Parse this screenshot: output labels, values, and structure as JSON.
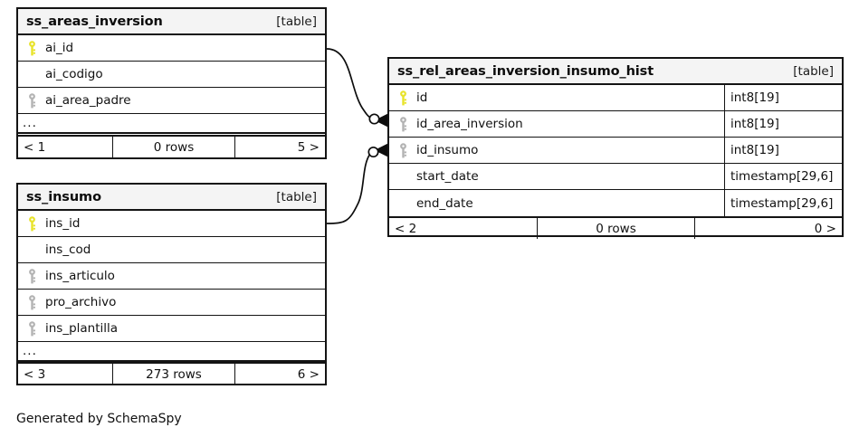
{
  "diagram": {
    "generator_note": "Generated by SchemaSpy",
    "table_tag": "[table]",
    "ellipsis": "...",
    "colors": {
      "primary_key": "#e8e32a",
      "foreign_key": "#b3b3b3",
      "border": "#141414",
      "header_bg": "#f4f4f4",
      "background": "#ffffff"
    }
  },
  "tables": [
    {
      "name": "ss_areas_inversion",
      "tag": "[table]",
      "columns": [
        {
          "name": "ai_id",
          "key": "primary",
          "type": ""
        },
        {
          "name": "ai_codigo",
          "key": "none",
          "type": ""
        },
        {
          "name": "ai_area_padre",
          "key": "foreign",
          "type": ""
        }
      ],
      "has_ellipsis": true,
      "footer": {
        "left": "< 1",
        "center": "0 rows",
        "right": "5 >"
      }
    },
    {
      "name": "ss_insumo",
      "tag": "[table]",
      "columns": [
        {
          "name": "ins_id",
          "key": "primary",
          "type": ""
        },
        {
          "name": "ins_cod",
          "key": "none",
          "type": ""
        },
        {
          "name": "ins_articulo",
          "key": "foreign",
          "type": ""
        },
        {
          "name": "pro_archivo",
          "key": "foreign",
          "type": ""
        },
        {
          "name": "ins_plantilla",
          "key": "foreign",
          "type": ""
        }
      ],
      "has_ellipsis": true,
      "footer": {
        "left": "< 3",
        "center": "273 rows",
        "right": "6 >"
      }
    },
    {
      "name": "ss_rel_areas_inversion_insumo_hist",
      "tag": "[table]",
      "columns": [
        {
          "name": "id",
          "key": "primary",
          "type": "int8[19]"
        },
        {
          "name": "id_area_inversion",
          "key": "foreign",
          "type": "int8[19]"
        },
        {
          "name": "id_insumo",
          "key": "foreign",
          "type": "int8[19]"
        },
        {
          "name": "start_date",
          "key": "none",
          "type": "timestamp[29,6]"
        },
        {
          "name": "end_date",
          "key": "none",
          "type": "timestamp[29,6]"
        }
      ],
      "has_ellipsis": false,
      "footer": {
        "left": "< 2",
        "center": "0 rows",
        "right": "0 >"
      }
    }
  ],
  "relationships": [
    {
      "from_table": "ss_areas_inversion",
      "from_column": "ai_id",
      "to_table": "ss_rel_areas_inversion_insumo_hist",
      "to_column": "id_area_inversion"
    },
    {
      "from_table": "ss_insumo",
      "from_column": "ins_id",
      "to_table": "ss_rel_areas_inversion_insumo_hist",
      "to_column": "id_insumo"
    }
  ]
}
